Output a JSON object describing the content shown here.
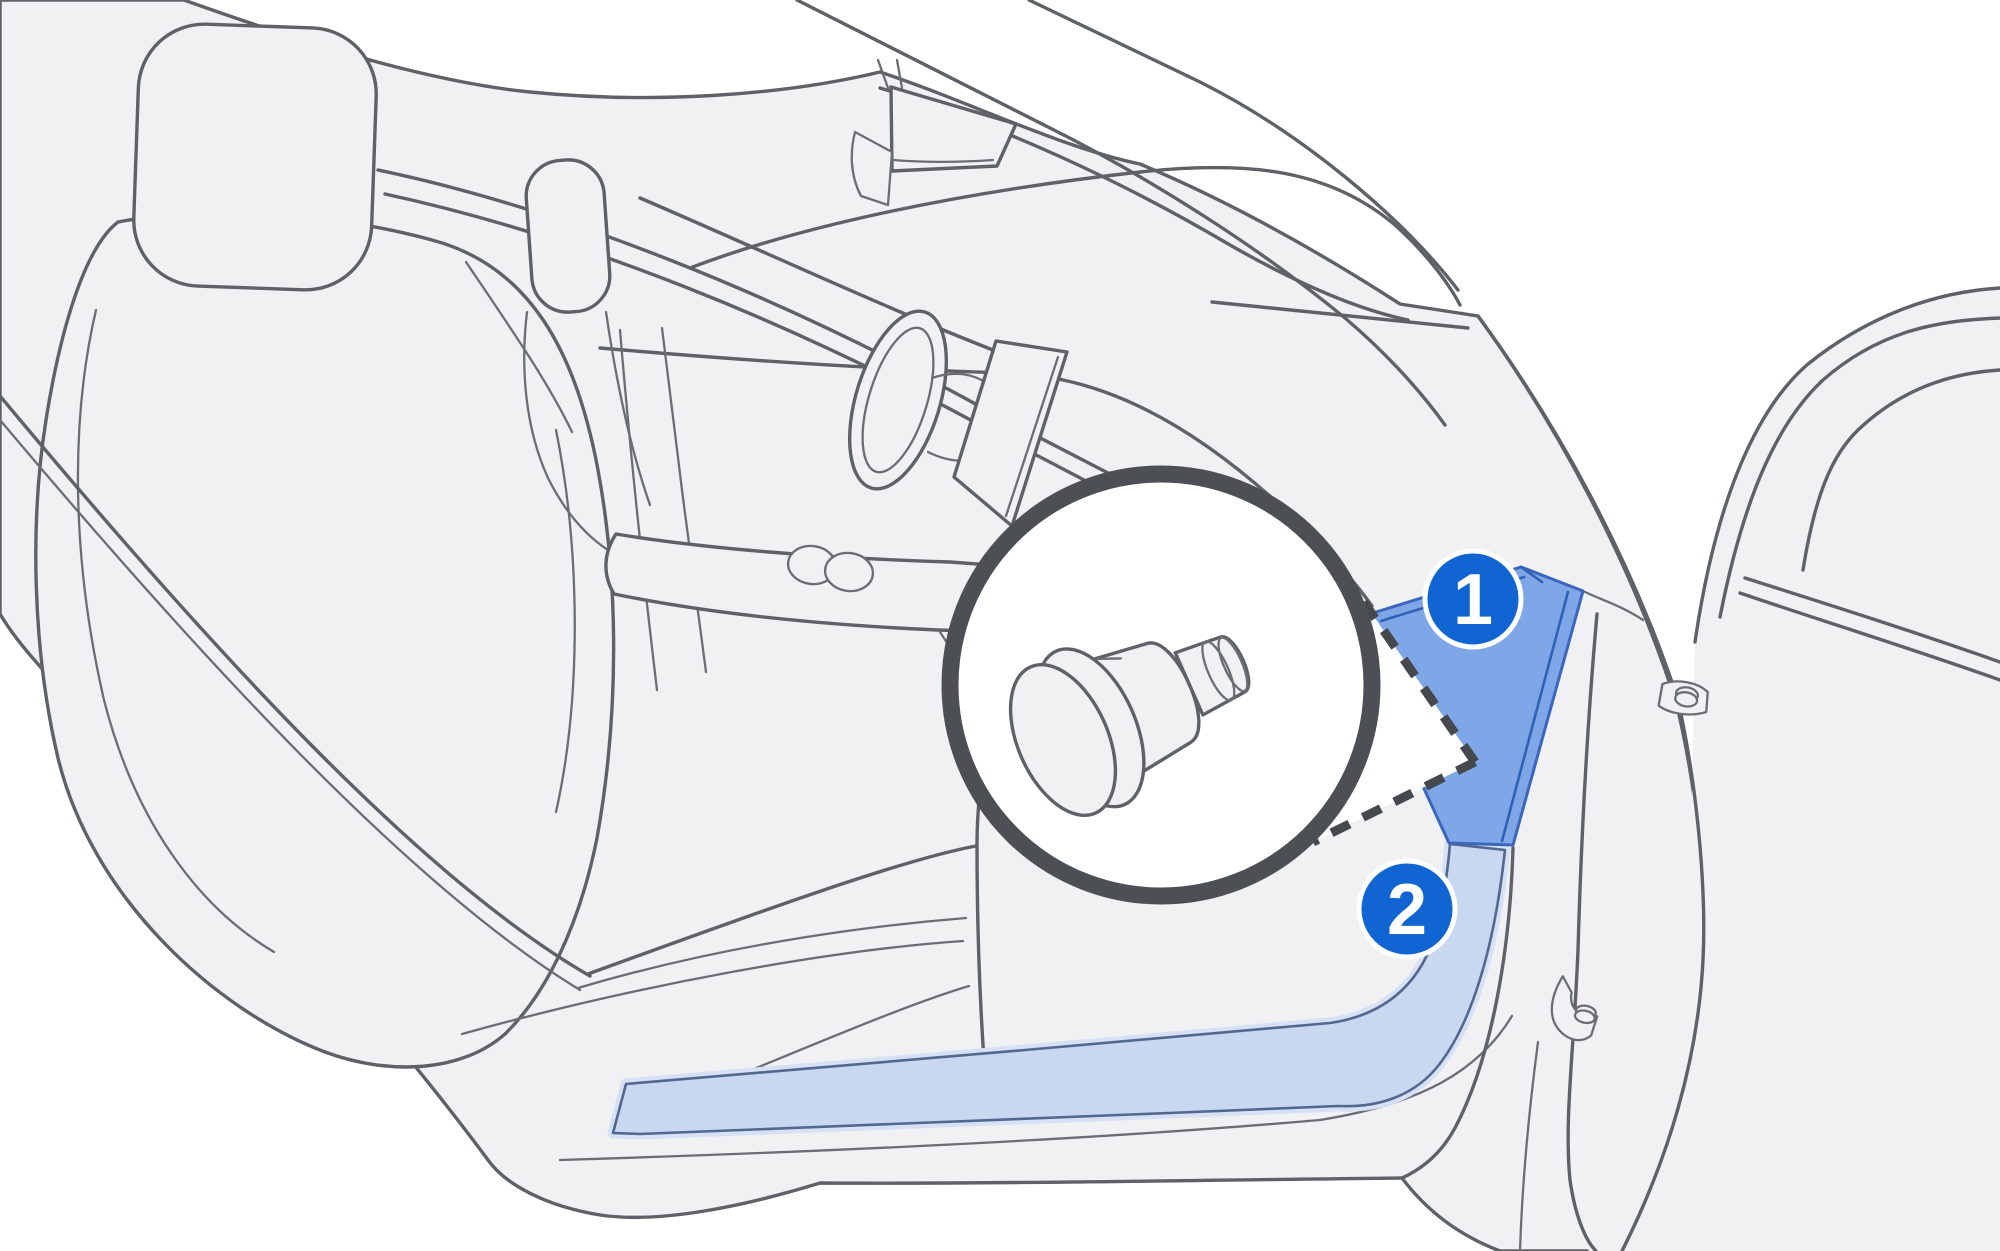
{
  "callouts": [
    {
      "label": "1",
      "target": "pillar-trim-highlight"
    },
    {
      "label": "2",
      "target": "sill-trim-highlight"
    }
  ],
  "magnifier": {
    "shows": "trim-fastener-bolt"
  },
  "colors": {
    "callout_badge": "#1065d3",
    "callout_badge_border": "#ffffff",
    "trim_primary_fill": "#7fa7e8",
    "trim_primary_stroke": "#3a66bd",
    "trim_primary_bevel": "#2f62b5",
    "trim_secondary_fill": "#c8d8f1",
    "trim_secondary_stroke": "#53688f",
    "trim_secondary_glow": "#d6e1f6",
    "dash": "#45484d",
    "magnifier_ring": "#4c5055",
    "line": "#5e6266",
    "body_fill": "#f1f1f3",
    "background": "#ffffff"
  }
}
